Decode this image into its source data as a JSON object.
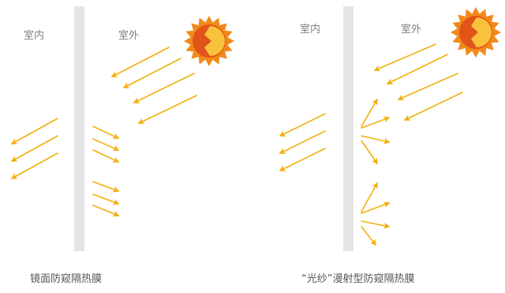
{
  "panels": [
    {
      "indoor_label": "室内",
      "outdoor_label": "室外",
      "caption": "镜面防窥隔热膜"
    },
    {
      "indoor_label": "室内",
      "outdoor_label": "室外",
      "caption": "“光纱”漫射型防窥隔热膜"
    }
  ],
  "colors": {
    "arrow": "#f2b00c",
    "glass": "#e5e5e5",
    "sun_ray": "#f28a1a",
    "sun_core_outer": "#e0541a",
    "sun_core_inner": "#f9c23c",
    "label": "#808080",
    "caption": "#555555"
  },
  "icons": [
    "sun-icon",
    "arrow-icon"
  ]
}
